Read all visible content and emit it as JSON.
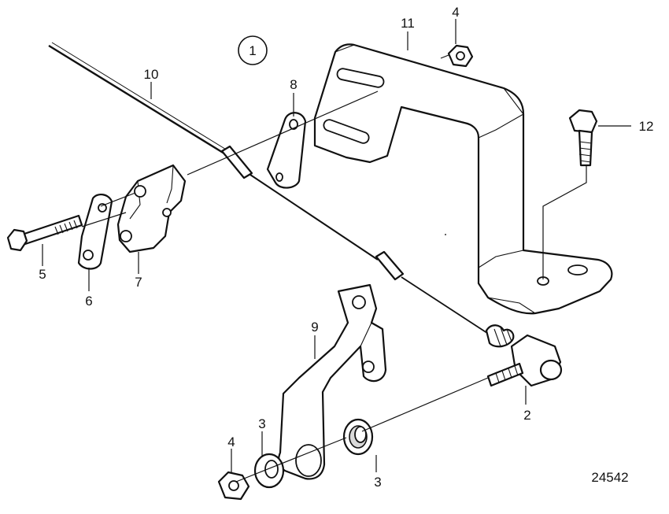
{
  "figure": {
    "view_number": "1",
    "part_number": "24542"
  },
  "callouts": {
    "c1": "2",
    "c2": "3",
    "c3": "3",
    "c4": "4",
    "c5": "4",
    "c6": "5",
    "c7": "6",
    "c8": "7",
    "c9": "8",
    "c10": "9",
    "c11": "10",
    "c12": "11",
    "c13": "12"
  }
}
